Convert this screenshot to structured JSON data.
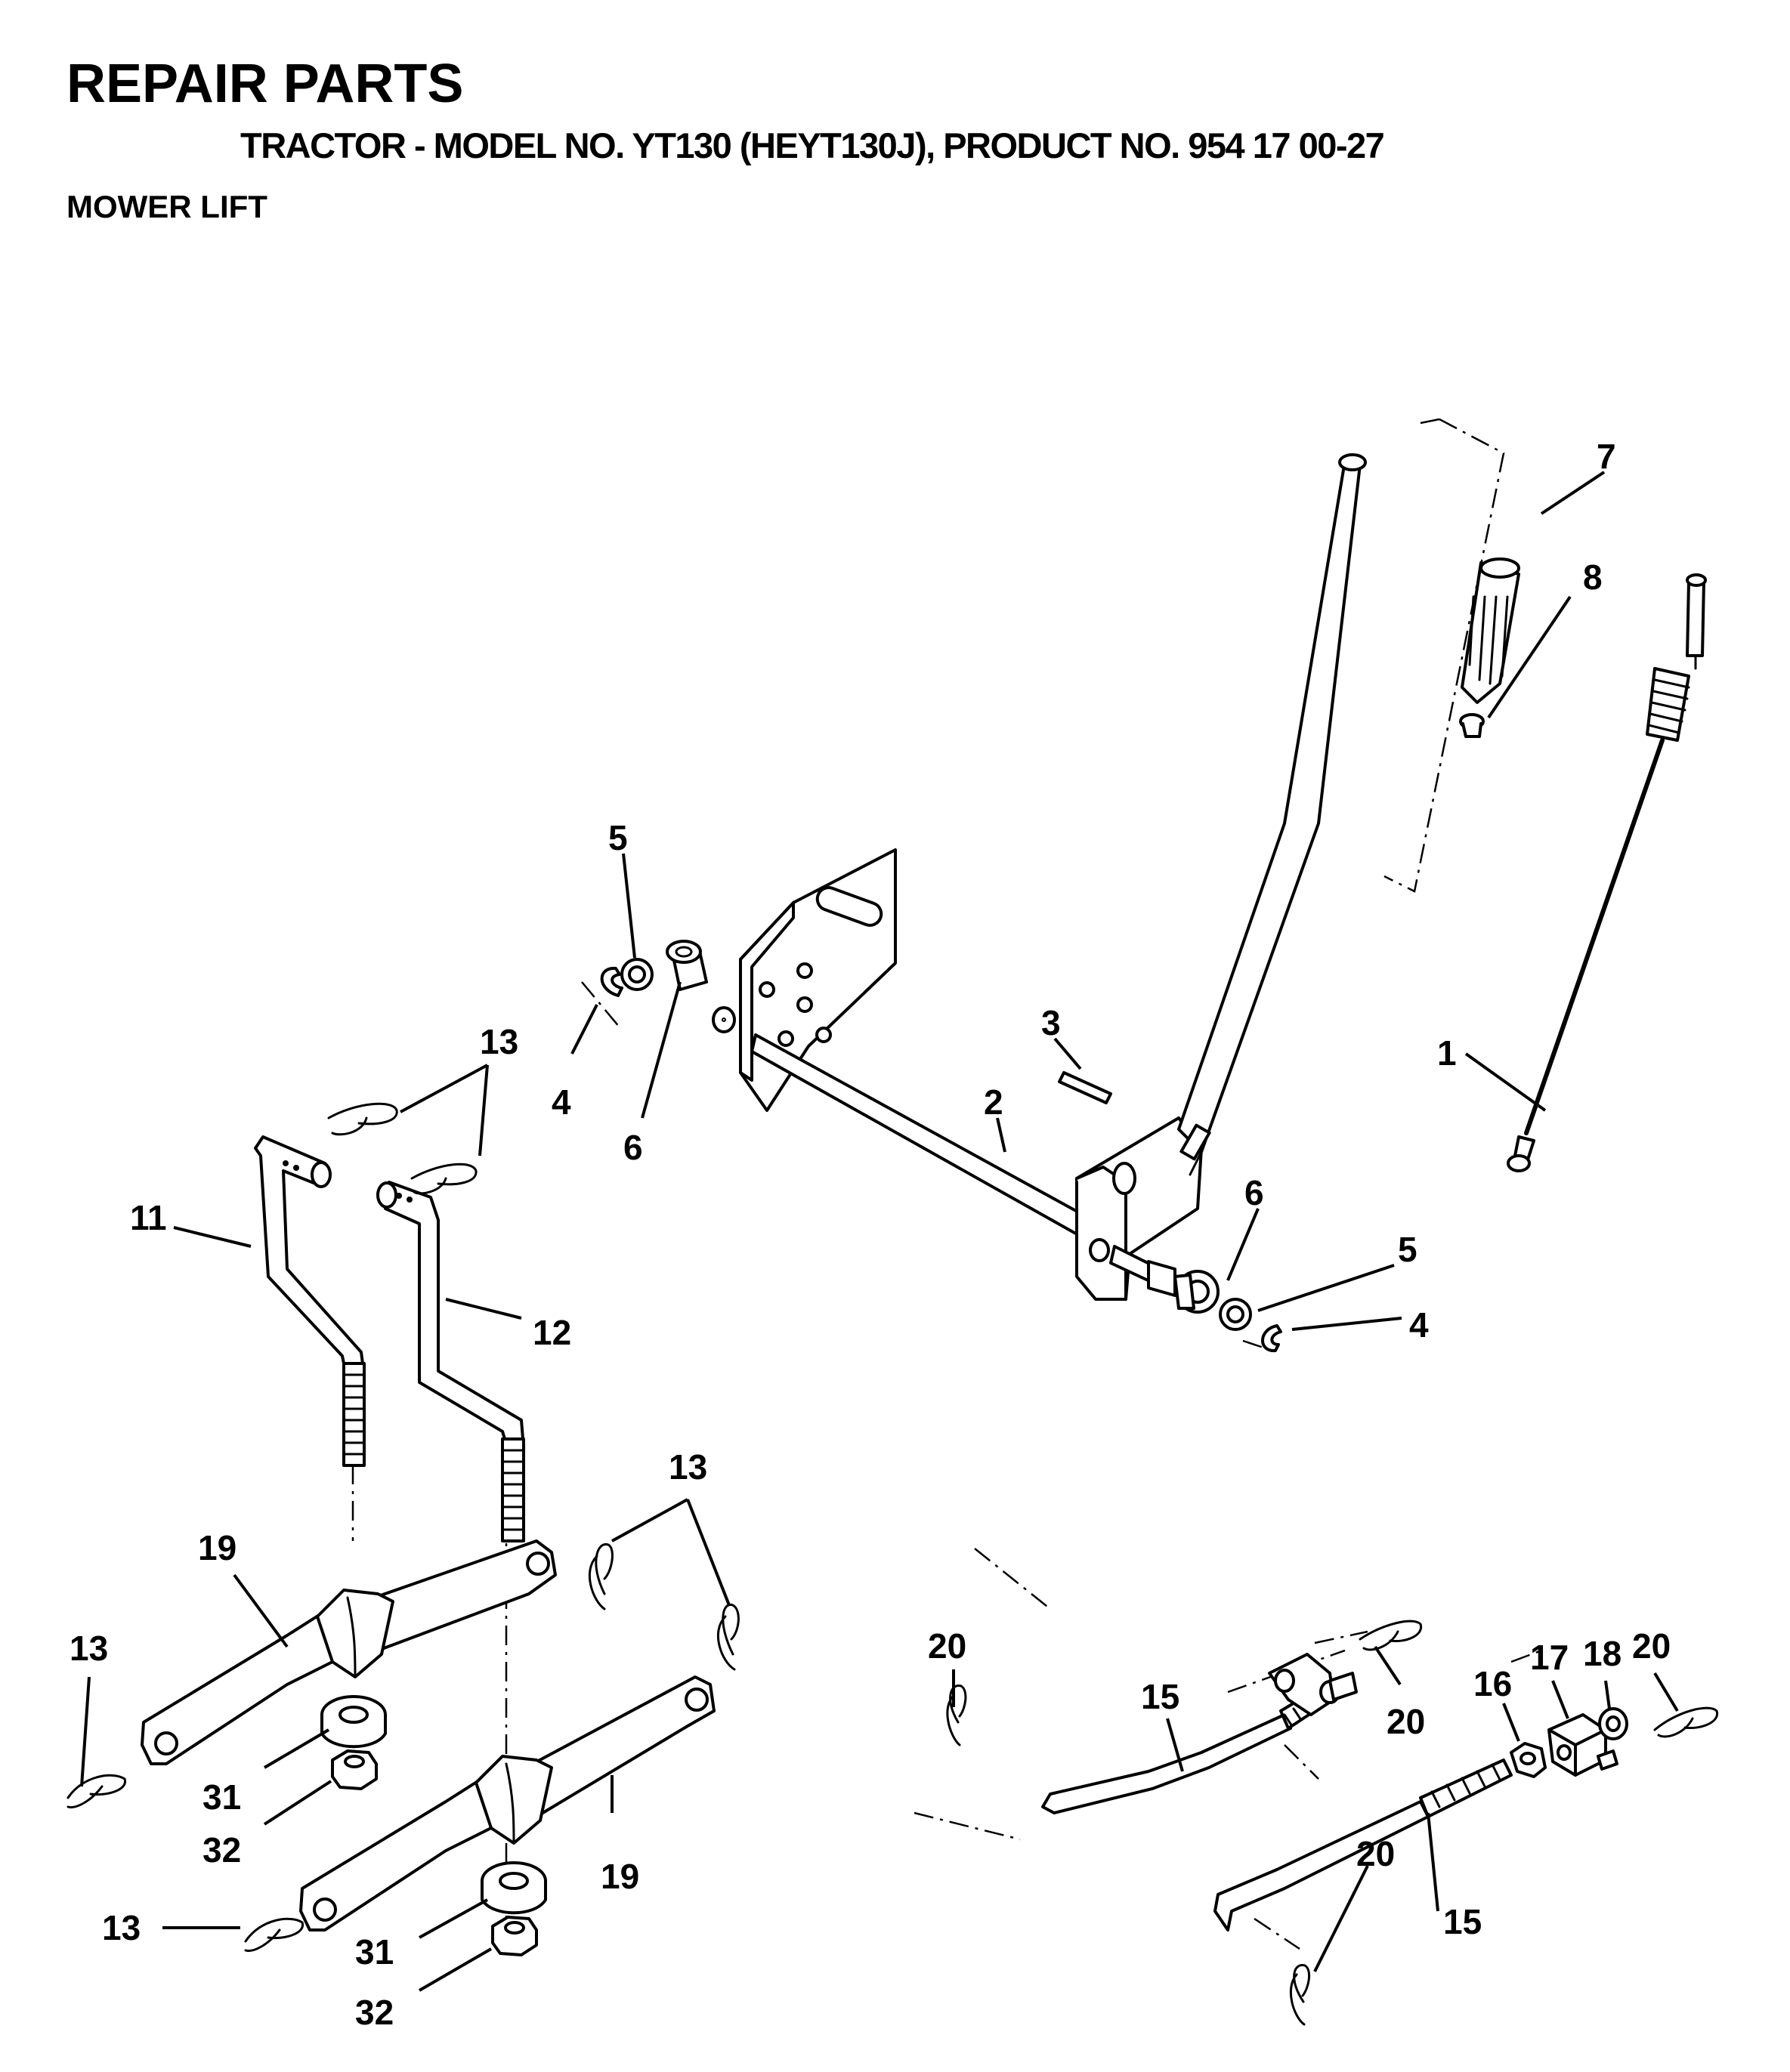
{
  "header": {
    "title": "REPAIR PARTS",
    "subtitle": "TRACTOR - MODEL NO. YT130 (HEYT130J), PRODUCT NO. 954 17 00-27",
    "section": "MOWER LIFT"
  },
  "callouts": {
    "c1": "1",
    "c2": "2",
    "c3": "3",
    "c4a": "4",
    "c4b": "4",
    "c5a": "5",
    "c5b": "5",
    "c6a": "6",
    "c6b": "6",
    "c7": "7",
    "c8": "8",
    "c11": "11",
    "c12": "12",
    "c13a": "13",
    "c13b": "13",
    "c13c": "13",
    "c13d": "13",
    "c15a": "15",
    "c15b": "15",
    "c16": "16",
    "c17": "17",
    "c18": "18",
    "c19a": "19",
    "c19b": "19",
    "c20a": "20",
    "c20b": "20",
    "c20c": "20",
    "c20d": "20",
    "c31a": "31",
    "c31b": "31",
    "c32a": "32",
    "c32b": "32"
  }
}
